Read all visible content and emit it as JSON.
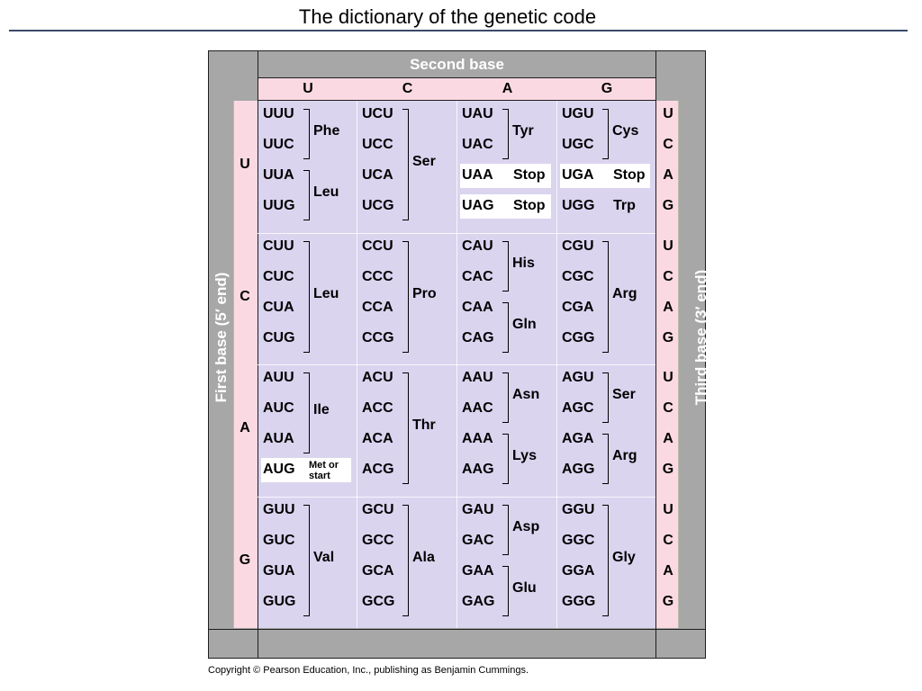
{
  "title": "The dictionary of the genetic code",
  "copyright": "Copyright © Pearson Education, Inc., publishing as Benjamin Cummings.",
  "second_base_label": "Second base",
  "first_base_label": "First base  (5′ end)",
  "third_base_label": "Third base  (3′ end)",
  "bases": [
    "U",
    "C",
    "A",
    "G"
  ],
  "rows": [
    {
      "first": "U",
      "cols": [
        {
          "codons": [
            "UUU",
            "UUC",
            "UUA",
            "UUG"
          ],
          "groups": [
            {
              "from": 0,
              "to": 1,
              "aa": "Phe"
            },
            {
              "from": 2,
              "to": 3,
              "aa": "Leu"
            }
          ]
        },
        {
          "codons": [
            "UCU",
            "UCC",
            "UCA",
            "UCG"
          ],
          "groups": [
            {
              "from": 0,
              "to": 3,
              "aa": "Ser"
            }
          ]
        },
        {
          "codons": [
            "UAU",
            "UAC",
            "UAA",
            "UAG"
          ],
          "groups": [
            {
              "from": 0,
              "to": 1,
              "aa": "Tyr"
            }
          ],
          "single": [
            {
              "idx": 2,
              "aa": "Stop",
              "box": true
            },
            {
              "idx": 3,
              "aa": "Stop",
              "box": true
            }
          ]
        },
        {
          "codons": [
            "UGU",
            "UGC",
            "UGA",
            "UGG"
          ],
          "groups": [
            {
              "from": 0,
              "to": 1,
              "aa": "Cys"
            }
          ],
          "single": [
            {
              "idx": 2,
              "aa": "Stop",
              "box": true
            },
            {
              "idx": 3,
              "aa": "Trp",
              "box": false
            }
          ]
        }
      ]
    },
    {
      "first": "C",
      "cols": [
        {
          "codons": [
            "CUU",
            "CUC",
            "CUA",
            "CUG"
          ],
          "groups": [
            {
              "from": 0,
              "to": 3,
              "aa": "Leu"
            }
          ]
        },
        {
          "codons": [
            "CCU",
            "CCC",
            "CCA",
            "CCG"
          ],
          "groups": [
            {
              "from": 0,
              "to": 3,
              "aa": "Pro"
            }
          ]
        },
        {
          "codons": [
            "CAU",
            "CAC",
            "CAA",
            "CAG"
          ],
          "groups": [
            {
              "from": 0,
              "to": 1,
              "aa": "His"
            },
            {
              "from": 2,
              "to": 3,
              "aa": "Gln"
            }
          ]
        },
        {
          "codons": [
            "CGU",
            "CGC",
            "CGA",
            "CGG"
          ],
          "groups": [
            {
              "from": 0,
              "to": 3,
              "aa": "Arg"
            }
          ]
        }
      ]
    },
    {
      "first": "A",
      "cols": [
        {
          "codons": [
            "AUU",
            "AUC",
            "AUA",
            "AUG"
          ],
          "groups": [
            {
              "from": 0,
              "to": 2,
              "aa": "Ile"
            }
          ],
          "single": [
            {
              "idx": 3,
              "aa": "Met or start",
              "box": true,
              "small": true
            }
          ]
        },
        {
          "codons": [
            "ACU",
            "ACC",
            "ACA",
            "ACG"
          ],
          "groups": [
            {
              "from": 0,
              "to": 3,
              "aa": "Thr"
            }
          ]
        },
        {
          "codons": [
            "AAU",
            "AAC",
            "AAA",
            "AAG"
          ],
          "groups": [
            {
              "from": 0,
              "to": 1,
              "aa": "Asn"
            },
            {
              "from": 2,
              "to": 3,
              "aa": "Lys"
            }
          ]
        },
        {
          "codons": [
            "AGU",
            "AGC",
            "AGA",
            "AGG"
          ],
          "groups": [
            {
              "from": 0,
              "to": 1,
              "aa": "Ser"
            },
            {
              "from": 2,
              "to": 3,
              "aa": "Arg"
            }
          ]
        }
      ]
    },
    {
      "first": "G",
      "cols": [
        {
          "codons": [
            "GUU",
            "GUC",
            "GUA",
            "GUG"
          ],
          "groups": [
            {
              "from": 0,
              "to": 3,
              "aa": "Val"
            }
          ]
        },
        {
          "codons": [
            "GCU",
            "GCC",
            "GCA",
            "GCG"
          ],
          "groups": [
            {
              "from": 0,
              "to": 3,
              "aa": "Ala"
            }
          ]
        },
        {
          "codons": [
            "GAU",
            "GAC",
            "GAA",
            "GAG"
          ],
          "groups": [
            {
              "from": 0,
              "to": 1,
              "aa": "Asp"
            },
            {
              "from": 2,
              "to": 3,
              "aa": "Glu"
            }
          ]
        },
        {
          "codons": [
            "GGU",
            "GGC",
            "GGA",
            "GGG"
          ],
          "groups": [
            {
              "from": 0,
              "to": 3,
              "aa": "Gly"
            }
          ]
        }
      ]
    }
  ],
  "colors": {
    "frame": "#a7a7a7",
    "pink": "#fbd9e3",
    "lavender": "#dad4ef"
  }
}
